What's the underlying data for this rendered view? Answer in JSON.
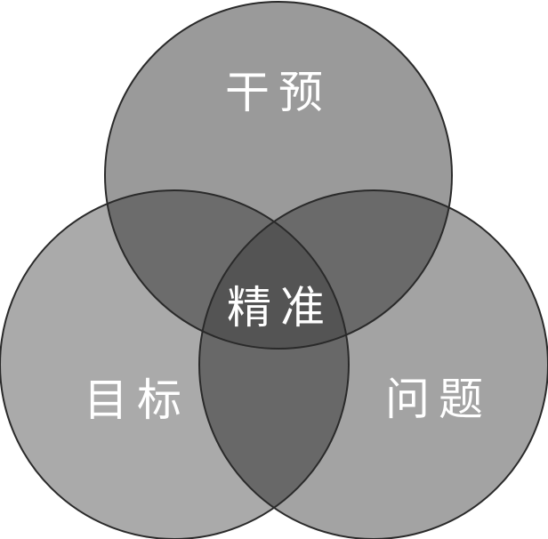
{
  "diagram": {
    "type": "venn-3-circle",
    "labels": {
      "top": "干预",
      "left": "目标",
      "right": "问题",
      "center": "精准"
    },
    "colors": {
      "background": "#ffffff",
      "top_circle": "#9a9a9a",
      "left_circle": "#aaaaaa",
      "right_circle": "#a3a3a3",
      "top_left_overlap": "#6c6c6c",
      "top_right_overlap": "#6a6a6a",
      "left_right_overlap": "#686868",
      "center_overlap": "#545454",
      "outline": "#2a2a2a",
      "label_text": "#ffffff"
    }
  }
}
